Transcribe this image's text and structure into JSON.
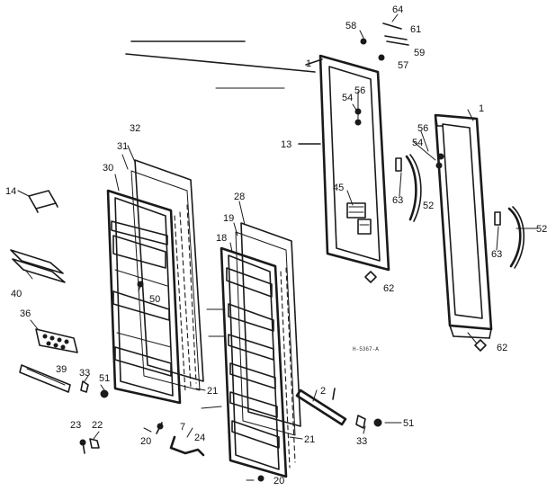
{
  "diagram": {
    "drawing_code": "H-5367-A",
    "callouts": {
      "c1a": "1",
      "c1b": "1",
      "c2": "2",
      "c7": "7",
      "c13": "13",
      "c14": "14",
      "c18": "18",
      "c19": "19",
      "c20a": "20",
      "c20b": "20",
      "c21a": "21",
      "c21b": "21",
      "c22": "22",
      "c23": "23",
      "c24": "24",
      "c28": "28",
      "c30": "30",
      "c31": "31",
      "c32": "32",
      "c33a": "33",
      "c33b": "33",
      "c36": "36",
      "c39": "39",
      "c40": "40",
      "c45": "45",
      "c50": "50",
      "c51a": "51",
      "c51b": "51",
      "c52": "52",
      "c52b": "52",
      "c54a": "54",
      "c54b": "54",
      "c56a": "56",
      "c56b": "56",
      "c57": "57",
      "c58": "58",
      "c59": "59",
      "c61": "61",
      "c62a": "62",
      "c62b": "62",
      "c63a": "63",
      "c63b": "63",
      "c64": "64"
    }
  }
}
